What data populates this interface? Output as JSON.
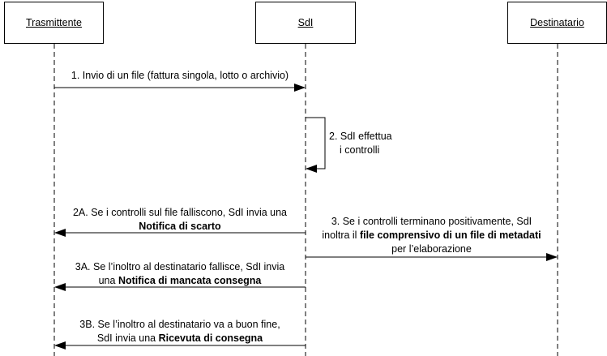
{
  "participants": {
    "sender": "Trasmittente",
    "sdi": "SdI",
    "recipient": "Destinatario"
  },
  "messages": {
    "m1": {
      "line1": "1. Invio di un file (fattura singola, lotto o archivio)"
    },
    "m2": {
      "line1": "2. SdI effettua",
      "line2": "i controlli"
    },
    "m2a": {
      "line1": "2A. Se i controlli sul file falliscono, SdI invia una",
      "line2_bold": "Notifica di scarto"
    },
    "m3": {
      "line1": "3. Se i controlli terminano positivamente, SdI",
      "line2_prefix": "inoltra il ",
      "line2_bold": "file comprensivo di un file di metadati",
      "line3": "per l’elaborazione"
    },
    "m3a": {
      "line1": "3A. Se l’inoltro al destinatario fallisce, SdI invia",
      "line2_prefix": "una ",
      "line2_bold": "Notifica di mancata consegna"
    },
    "m3b": {
      "line1": "3B. Se l’inoltro al destinatario va a buon fine,",
      "line2_prefix": "SdI invia una ",
      "line2_bold": "Ricevuta di consegna"
    }
  }
}
